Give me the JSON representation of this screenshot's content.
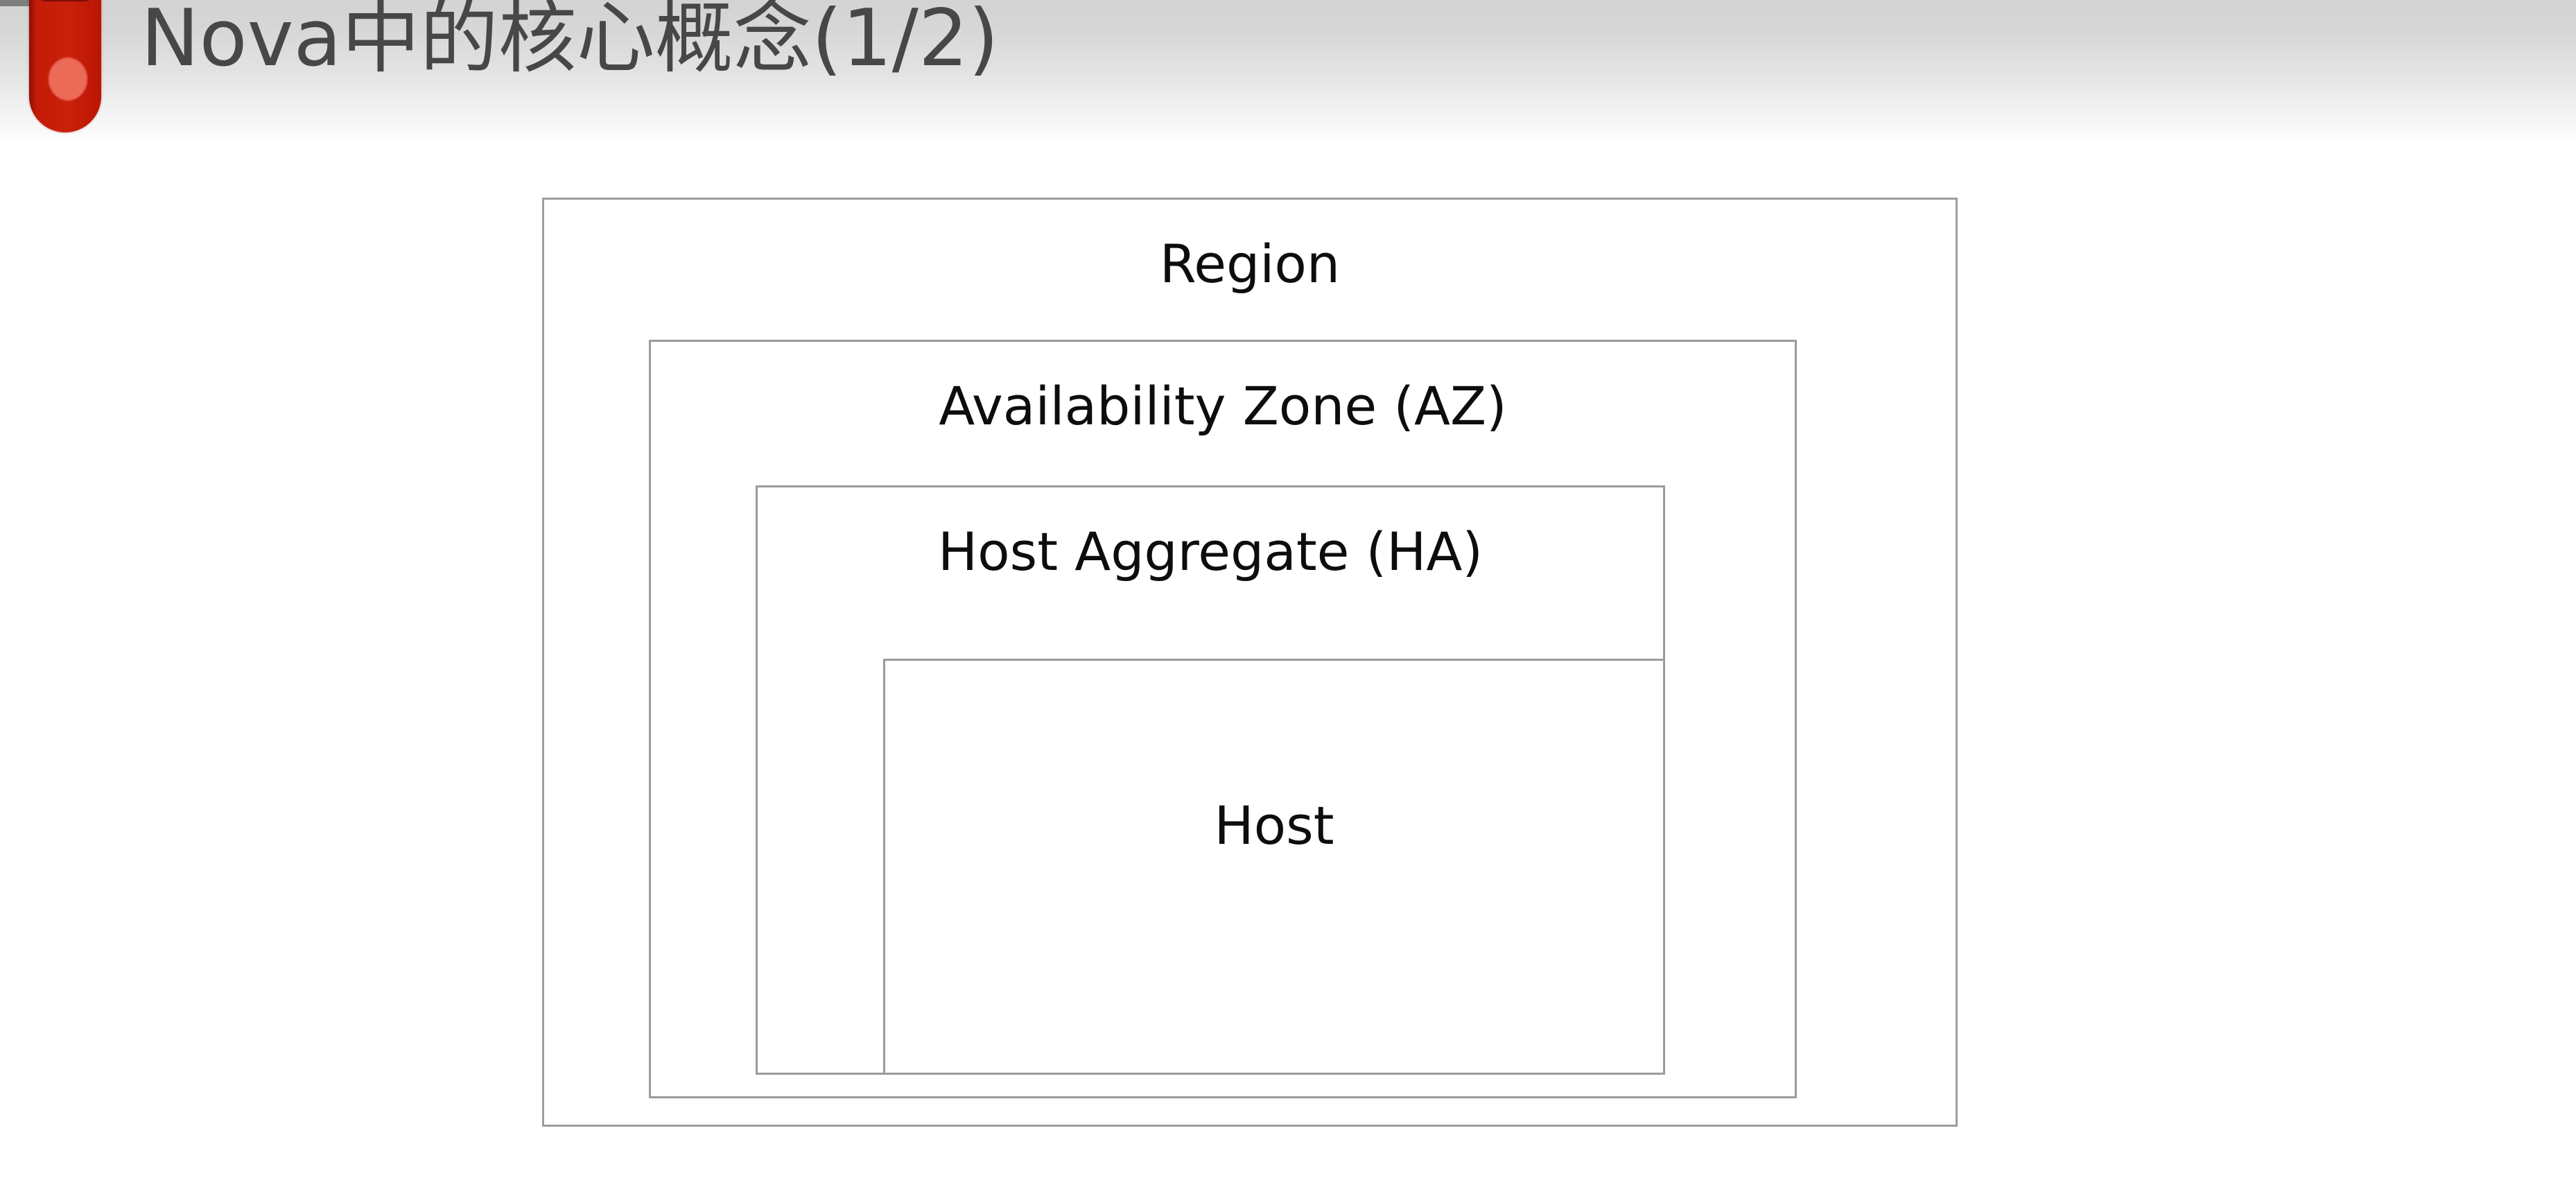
{
  "slide": {
    "title": "Nova中的核心概念(1/2)",
    "bullet_icon": "red-bookmark-icon",
    "title_color": "#474747",
    "accent_color": "#c31b06",
    "header_gradient_top": "#d3d3d3",
    "header_gradient_bottom": "#ffffff"
  },
  "diagram": {
    "type": "nested-containment",
    "border_color": "#9b9b9b",
    "levels": [
      {
        "id": "region",
        "label": "Region",
        "depth": 0
      },
      {
        "id": "az",
        "label": "Availability Zone (AZ)",
        "depth": 1
      },
      {
        "id": "ha",
        "label": "Host Aggregate (HA)",
        "depth": 2
      },
      {
        "id": "host",
        "label": "Host",
        "depth": 3
      }
    ]
  }
}
